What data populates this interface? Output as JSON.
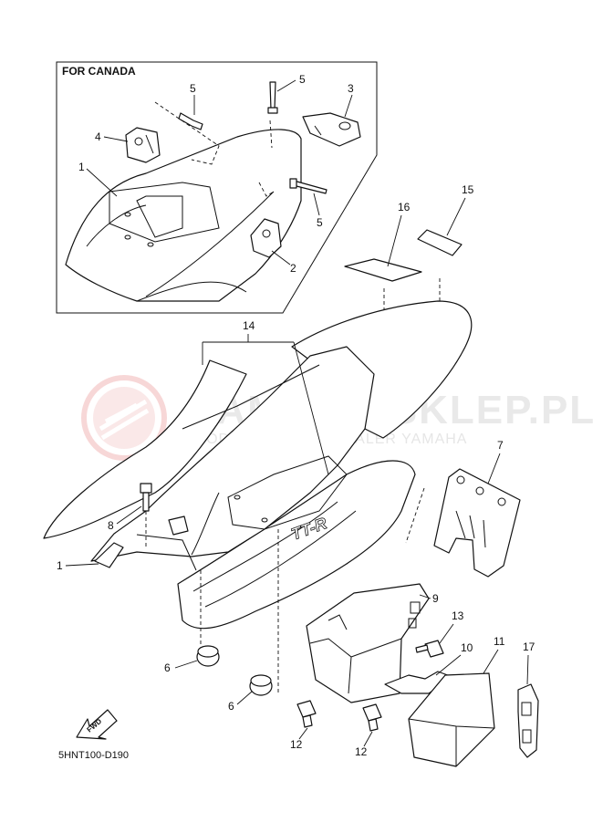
{
  "inset": {
    "title": "FOR CANADA"
  },
  "callouts": {
    "c1_inset": "1",
    "c2": "2",
    "c3": "3",
    "c4": "4",
    "c5_top": "5",
    "c5_mid": "5",
    "c5_low": "5",
    "c1_main": "1",
    "c6_a": "6",
    "c6_b": "6",
    "c7": "7",
    "c8": "8",
    "c9": "9",
    "c10": "10",
    "c11": "11",
    "c12_a": "12",
    "c12_b": "12",
    "c13": "13",
    "c14": "14",
    "c15": "15",
    "c16": "16",
    "c17": "17"
  },
  "fwd_label": "FWD",
  "diagram_code": "5HNT100-D190",
  "watermark": {
    "main": "YAMAHA-SKLEP.PL",
    "sub": "WOD-TECHOWNY DEALER YAMAHA",
    "logo_color": "#f4c9c9",
    "text_color": "#e7e7e7"
  }
}
